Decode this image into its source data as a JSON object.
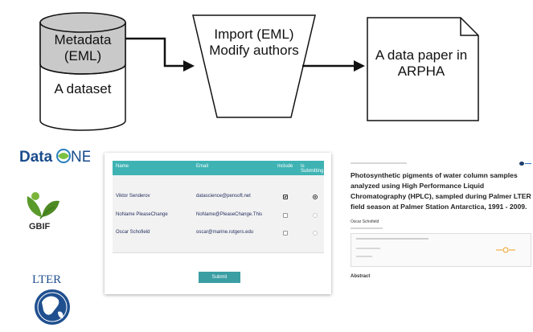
{
  "diagram": {
    "cylinder": {
      "top_label": "Metadata (EML)",
      "bottom_label": "A dataset"
    },
    "funnel": {
      "label": "Import (EML) Modify authors"
    },
    "document": {
      "label": "A data paper in ARPHA"
    }
  },
  "logos": {
    "dataone": "DataONE",
    "gbif": "GBIF",
    "lter": "LTER"
  },
  "table": {
    "headers": {
      "name": "Name",
      "email": "Email",
      "include": "Include",
      "submitting": "Is Submitting"
    },
    "rows": [
      {
        "name": "Viktor Senderov",
        "email": "datascience@pensoft.net",
        "include": true,
        "submitting": true
      },
      {
        "name": "NoName PleaseChange",
        "email": "NoName@PleaseChange.This",
        "include": false,
        "submitting": false
      },
      {
        "name": "Oscar Schofield",
        "email": "oscar@marine.rutgers.edu",
        "include": false,
        "submitting": false
      }
    ],
    "submit_label": "Submit"
  },
  "paper": {
    "title": "Photosynthetic pigments of water column samples analyzed using High Performance Liquid Chromatography (HPLC), sampled during Palmer LTER field season at Palmer Station Antarctica, 1991 - 2009.",
    "author": "Oscar Schofield",
    "abstract_heading": "Abstract"
  },
  "colors": {
    "table_header": "#3fb3b4",
    "submit_button": "#3a9ea3",
    "gbif_green": "#5a9a2a",
    "lter_blue": "#1f4f8f",
    "dataone_blue": "#1a4c8c"
  }
}
